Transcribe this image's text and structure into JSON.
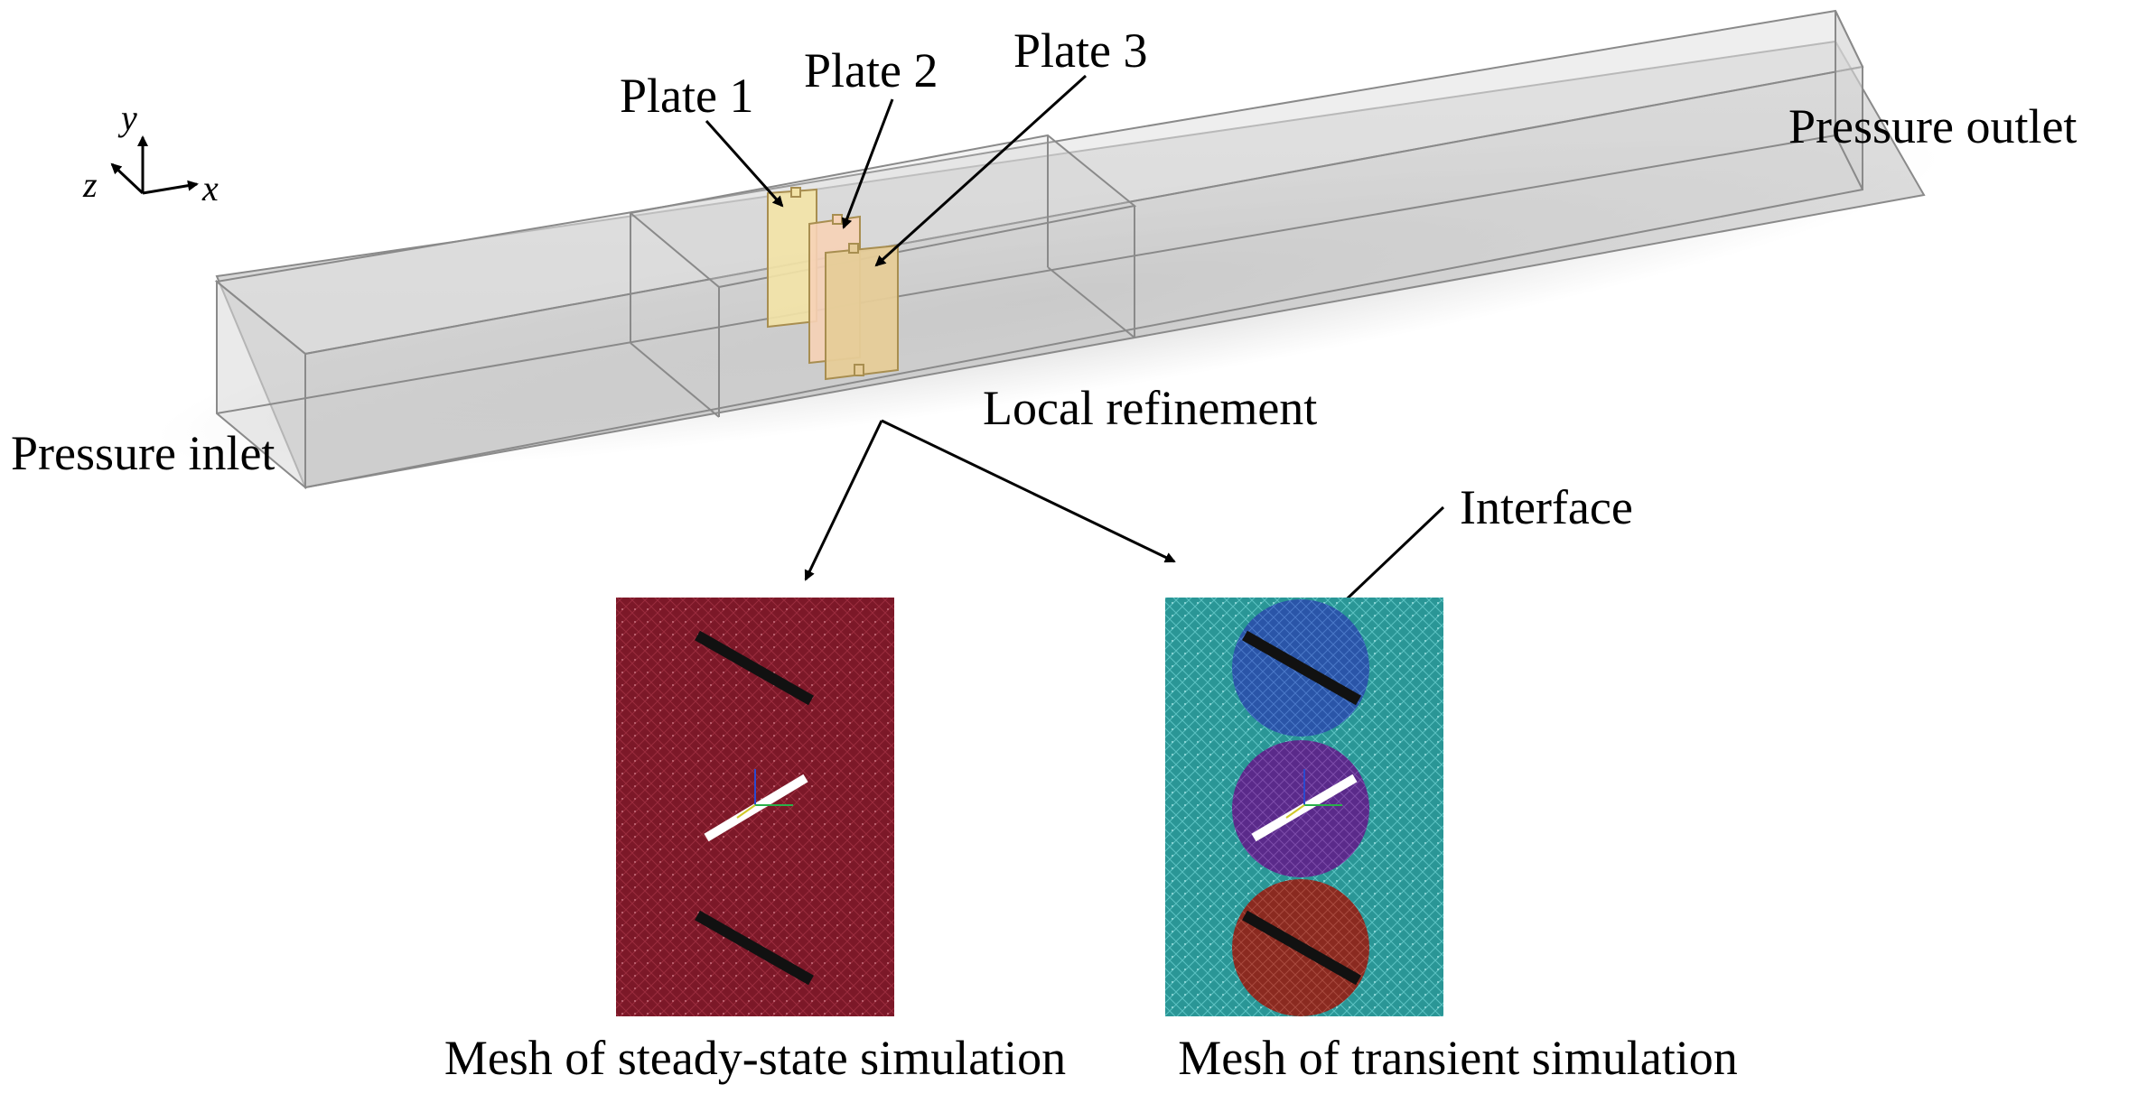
{
  "labels": {
    "plate1": "Plate 1",
    "plate2": "Plate 2",
    "plate3": "Plate 3",
    "pressure_outlet": "Pressure outlet",
    "pressure_inlet": "Pressure inlet",
    "local_refinement": "Local refinement",
    "interface": "Interface",
    "mesh_steady": "Mesh of steady-state simulation",
    "mesh_transient": "Mesh of transient simulation"
  },
  "axes": {
    "x": "x",
    "y": "y",
    "z": "z"
  },
  "colors": {
    "domain_edge": "#8a8a8a",
    "domain_top": "#dedede",
    "plate1": "#f3e3a6",
    "plate2": "#f6d2b6",
    "plate3": "#e6cc98",
    "steady_mesh": "#801a2a",
    "transient_mesh": "#2a9a9a",
    "zone_top": "#2a55a8",
    "zone_middle": "#5a2a8a",
    "zone_bottom": "#8a2a20"
  }
}
